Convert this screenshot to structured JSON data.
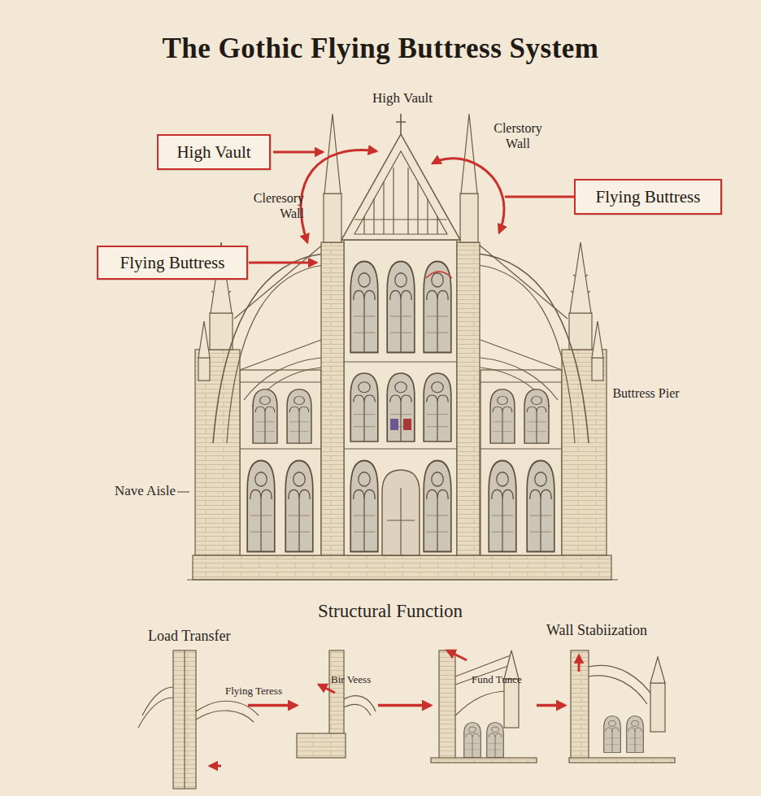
{
  "diagram": {
    "title": "The Gothic Flying Buttress System",
    "nodes": [
      {
        "text": [
          "High Vault"
        ]
      },
      {
        "text": [
          "Flying Buttress"
        ]
      },
      {
        "text": [
          "Flying Buttress"
        ]
      },
      {
        "text": [
          "Load Transfer",
          "Flying Teress"
        ]
      },
      {
        "text": [
          "Bir Veess"
        ]
      },
      {
        "text": [
          "Fund Tunce"
        ]
      },
      {
        "text": [
          "Wall Stabiization"
        ]
      }
    ],
    "edges": [
      {
        "from": 3,
        "to": 4,
        "arrow": "to"
      },
      {
        "from": 4,
        "to": 5,
        "arrow": "to"
      },
      {
        "from": 5,
        "to": 6,
        "arrow": "to"
      }
    ],
    "labels": [
      "High Vault",
      "Clerstory Wall",
      "Cleresory Wall",
      "Buttress Pier",
      "Nave Aisle",
      "Structural Function"
    ]
  }
}
